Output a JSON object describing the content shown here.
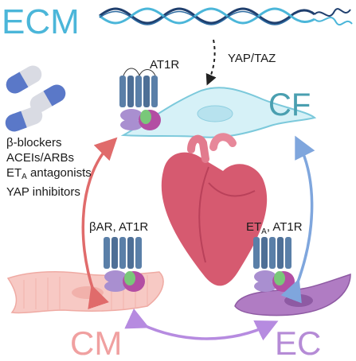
{
  "labels": {
    "ecm": "ECM",
    "cf": "CF",
    "cm": "CM",
    "ec": "EC",
    "yap_taz": "YAP/TAZ",
    "at1r_top": "AT1R",
    "cm_receptors": "βAR, AT1R",
    "ec_receptors_prefix": "ET",
    "ec_receptors_sub": "A",
    "ec_receptors_suffix": ", AT1R"
  },
  "drugs": {
    "line1": "β-blockers",
    "line2": "ACEIs/ARBs",
    "line3_prefix": "ET",
    "line3_sub": "A",
    "line3_suffix": " antagonists",
    "line4": "YAP inhibitors"
  },
  "colors": {
    "ecm_text": "#4bb6d9",
    "cf_text": "#4a9fb0",
    "cm_text": "#f0a0a0",
    "ec_text": "#b58bd6",
    "fibroblast_fill": "#d6f1f7",
    "fibroblast_stroke": "#7cc9db",
    "cardiomyocyte_fill": "#f7c9c4",
    "endothelial_fill": "#b07cc3",
    "heart_fill": "#d65a70",
    "receptor_blue": "#5a7fa8",
    "arrow_red": "#e06b6b",
    "arrow_blue": "#7fa6dd",
    "arrow_purple": "#b68be0",
    "helix_dark": "#1f3f6e",
    "helix_light": "#4bb6d9"
  },
  "icons": [
    "collagen-helix-icon",
    "capsule-pill-icon",
    "heart-icon",
    "gpcr-receptor-icon",
    "fibroblast-cell-icon",
    "cardiomyocyte-cell-icon",
    "endothelial-cell-icon"
  ]
}
